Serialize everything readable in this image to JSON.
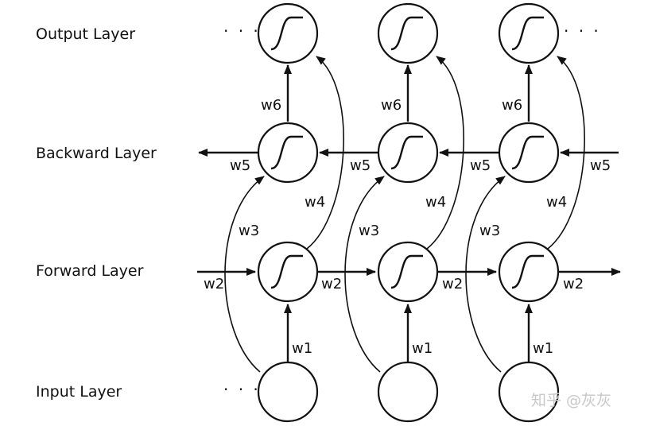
{
  "layers": {
    "output": "Output Layer",
    "backward": "Backward Layer",
    "forward": "Forward Layer",
    "input": "Input Layer"
  },
  "weights": {
    "w1": "w1",
    "w2": "w2",
    "w3": "w3",
    "w4": "w4",
    "w5": "w5",
    "w6": "w6"
  },
  "ellipsis": "· · ·",
  "watermark": "知乎 @灰灰"
}
